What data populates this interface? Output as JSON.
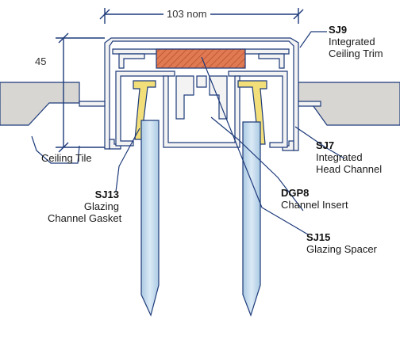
{
  "dimensions": {
    "width_label": "103 nom",
    "height_label": "45"
  },
  "labels": {
    "sj9": {
      "code": "SJ9",
      "line1": "Integrated",
      "line2": "Ceiling Trim"
    },
    "sj7": {
      "code": "SJ7",
      "line1": "Integrated",
      "line2": "Head Channel"
    },
    "dgp8": {
      "code": "DGP8",
      "line1": "Channel Insert"
    },
    "sj15": {
      "code": "SJ15",
      "line1": "Glazing Spacer"
    },
    "sj13": {
      "code": "SJ13",
      "line1": "Glazing",
      "line2": "Channel Gasket"
    },
    "ceiling_tile": {
      "line1": "Ceiling Tile"
    }
  },
  "colors": {
    "linework": "#1d3a7a",
    "profile_fill": "#f3f3f3",
    "tile_fill": "#d7d6d2",
    "gasket_fill": "#f2df7a",
    "spacer_fill": "#e07a52",
    "glass_fill": "#c7dff0"
  }
}
